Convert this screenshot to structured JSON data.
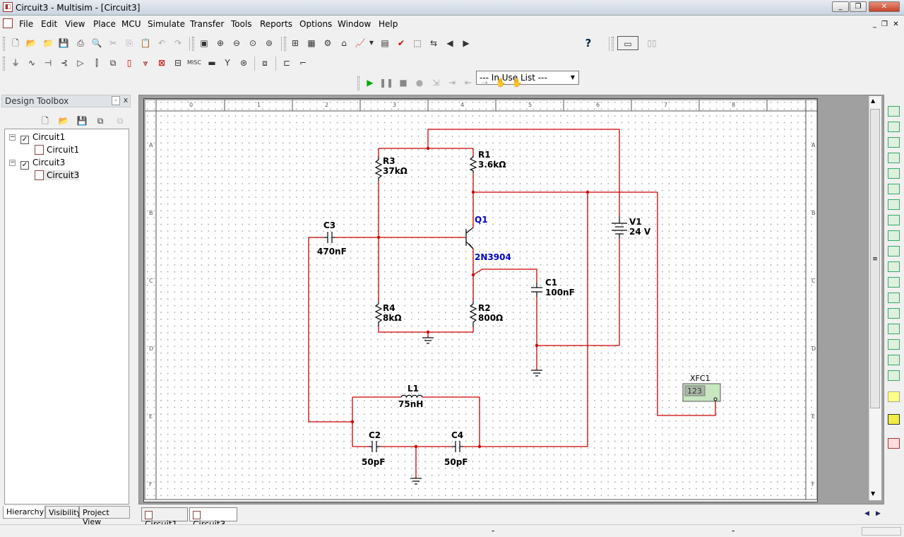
{
  "window": {
    "title": "Circuit3 - Multisim - [Circuit3]"
  },
  "menu": [
    "File",
    "Edit",
    "View",
    "Place",
    "MCU",
    "Simulate",
    "Transfer",
    "Tools",
    "Reports",
    "Options",
    "Window",
    "Help"
  ],
  "toolbar": {
    "in_use_list": "--- In Use List ---",
    "help": "?"
  },
  "design_toolbox": {
    "title": "Design Toolbox",
    "tree": [
      {
        "label": "Circuit1",
        "child": "Circuit1"
      },
      {
        "label": "Circuit3",
        "child": "Circuit3"
      }
    ],
    "bottom_tabs": [
      "Hierarchy",
      "Visibility",
      "Project View"
    ]
  },
  "sheet_tabs": [
    "Circuit1",
    "Circuit3"
  ],
  "ruler": {
    "cols": [
      "0",
      "1",
      "2",
      "3",
      "4",
      "5",
      "6",
      "7",
      "8"
    ],
    "rows": [
      "A",
      "B",
      "C",
      "D",
      "E",
      "F"
    ]
  },
  "status": {
    "left": "-",
    "right": "-"
  },
  "components": {
    "R1": {
      "ref": "R1",
      "value": "3.6kΩ"
    },
    "R2": {
      "ref": "R2",
      "value": "800Ω"
    },
    "R3": {
      "ref": "R3",
      "value": "37kΩ"
    },
    "R4": {
      "ref": "R4",
      "value": "8kΩ"
    },
    "C1": {
      "ref": "C1",
      "value": "100nF"
    },
    "C2": {
      "ref": "C2",
      "value": "50pF"
    },
    "C3": {
      "ref": "C3",
      "value": "470nF"
    },
    "C4": {
      "ref": "C4",
      "value": "50pF"
    },
    "L1": {
      "ref": "L1",
      "value": "75nH"
    },
    "Q1": {
      "ref": "Q1",
      "value": "2N3904"
    },
    "V1": {
      "ref": "V1",
      "value": "24 V"
    },
    "XFC1": {
      "ref": "XFC1",
      "display": "123"
    }
  },
  "colors": {
    "wire": "#cc0000",
    "component": "#000000",
    "transistor_label": "#0000cc",
    "sheet_border": "#444444"
  }
}
